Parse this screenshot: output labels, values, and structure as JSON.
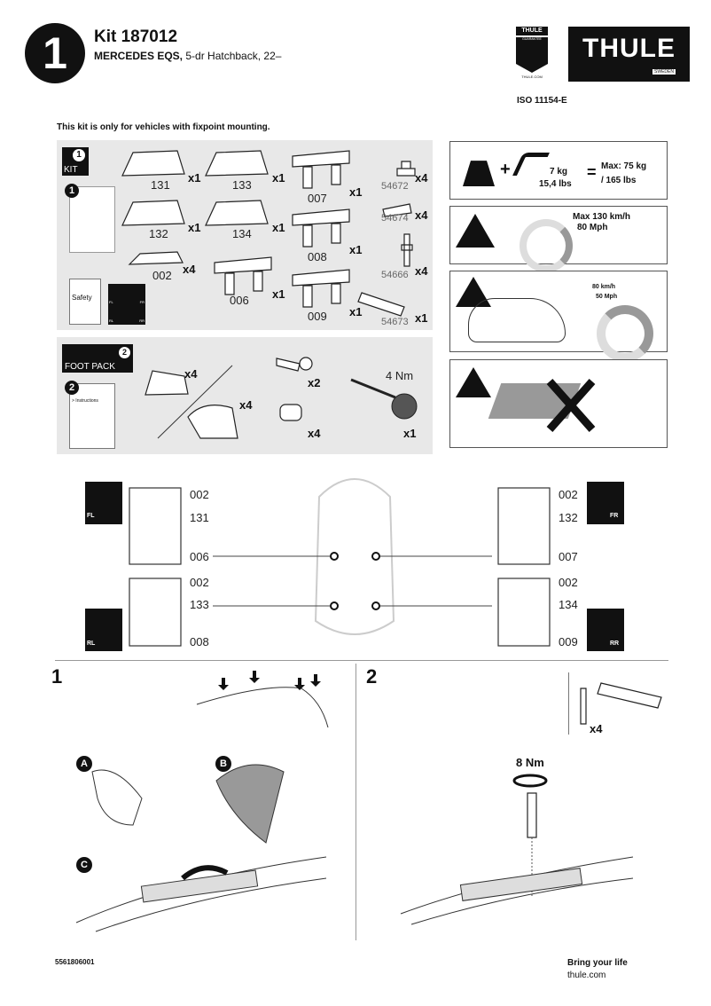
{
  "header": {
    "step_number": "1",
    "kit": "Kit 187012",
    "vehicle_bold": "MERCEDES EQS,",
    "vehicle_rest": " 5-dr Hatchback, 22–",
    "logo": "THULE",
    "logo_sub": "SWEDEN",
    "guarantee_brand": "THULE",
    "guarantee_text": "GUARANTEE",
    "guarantee_url": "THULE.COM",
    "iso": "ISO 11154-E",
    "notice": "This kit is only for vehicles with fixpoint mounting."
  },
  "kit": {
    "badge_num": "1",
    "badge_label": "KIT",
    "doc_num": "1",
    "safety": "Safety",
    "map_labels": [
      "FL",
      "FR",
      "RL",
      "RR"
    ],
    "parts": [
      {
        "id": "131",
        "qty": "x1"
      },
      {
        "id": "133",
        "qty": "x1"
      },
      {
        "id": "007",
        "qty": "x1"
      },
      {
        "id": "54672",
        "qty": "x4"
      },
      {
        "id": "132",
        "qty": "x1"
      },
      {
        "id": "134",
        "qty": "x1"
      },
      {
        "id": "008",
        "qty": "x1"
      },
      {
        "id": "54674",
        "qty": "x4"
      },
      {
        "id": "002",
        "qty": "x4"
      },
      {
        "id": "006",
        "qty": "x1"
      },
      {
        "id": "54666",
        "qty": "x4"
      },
      {
        "id": "009",
        "qty": "x1"
      },
      {
        "id": "54673",
        "qty": "x1"
      }
    ]
  },
  "footpack": {
    "badge_num": "2",
    "badge_label": "FOOT PACK",
    "doc_num": "2",
    "doc_title": "> Instructions",
    "foot1_qty": "x4",
    "foot2_qty": "x4",
    "key_qty": "x2",
    "lock_qty": "x4",
    "tool_torque": "4 Nm",
    "tool_qty": "x1"
  },
  "warnings": {
    "bar_weight_kg": "7 kg",
    "bar_weight_lbs": "15,4 lbs",
    "equals": "=",
    "plus": "+",
    "max_load_1": "Max: 75 kg",
    "max_load_2": "/ 165 lbs",
    "max_speed_1": "Max  130 km/h",
    "max_speed_2": "80 Mph",
    "load_speed_1": "80 km/h",
    "load_speed_2": "50 Mph"
  },
  "positions": {
    "FL": {
      "corner": "FL",
      "parts": [
        "002",
        "131",
        "006"
      ]
    },
    "FR": {
      "corner": "FR",
      "parts": [
        "002",
        "132",
        "007"
      ]
    },
    "RL": {
      "corner": "RL",
      "parts": [
        "002",
        "133",
        "008"
      ]
    },
    "RR": {
      "corner": "RR",
      "parts": [
        "002",
        "134",
        "009"
      ]
    }
  },
  "steps": {
    "step1": "1",
    "step2": "2",
    "sub_a": "A",
    "sub_b": "B",
    "sub_c": "C",
    "bolt_qty": "x4",
    "torque": "8 Nm"
  },
  "footer": {
    "code": "5561806001",
    "slogan": "Bring your life",
    "url": "thule.com"
  }
}
